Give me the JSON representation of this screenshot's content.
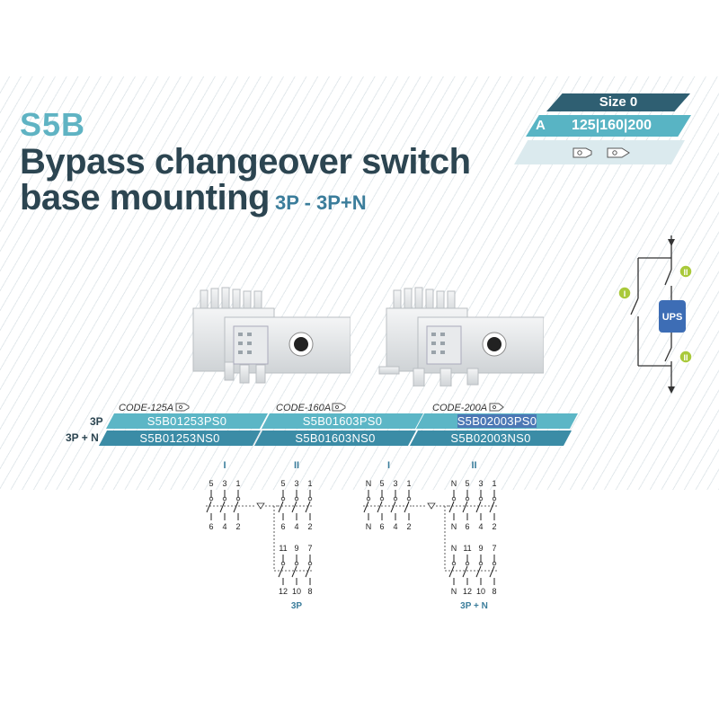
{
  "series": "S5B",
  "title_line1": "Bypass changeover switch",
  "title_line2": "base mounting",
  "poles_subtitle": "3P - 3P+N",
  "size_box": {
    "size": "Size 0",
    "amp_label": "A",
    "ratings": "125|160|200"
  },
  "codes": [
    {
      "code": "CODE-125A",
      "p3": "S5B01253PS0",
      "p3n": "S5B01253NS0"
    },
    {
      "code": "CODE-160A",
      "p3": "S5B01603PS0",
      "p3n": "S5B01603NS0"
    },
    {
      "code": "CODE-200A",
      "p3": "S5B02003PS0",
      "p3n": "S5B02003NS0"
    }
  ],
  "row_labels": {
    "p3": "3P",
    "p3n": "3P + N"
  },
  "ups_label": "UPS",
  "roman": {
    "one": "I",
    "two": "II"
  },
  "diagram_3p": {
    "top_labels": [
      "5",
      "3",
      "1",
      "5",
      "3",
      "1"
    ],
    "bottom_labels": [
      "6",
      "4",
      "2",
      "6",
      "4",
      "2"
    ],
    "lower_top": [
      "11",
      "9",
      "7"
    ],
    "lower_bottom": [
      "12",
      "10",
      "8"
    ],
    "caption": "3P"
  },
  "diagram_3pn": {
    "top_labels": [
      "N",
      "5",
      "3",
      "1",
      "N",
      "5",
      "3",
      "1"
    ],
    "bottom_labels": [
      "N",
      "6",
      "4",
      "2",
      "N",
      "6",
      "4",
      "2"
    ],
    "lower_top": [
      "N",
      "11",
      "9",
      "7"
    ],
    "lower_bottom": [
      "N",
      "12",
      "10",
      "8"
    ],
    "caption": "3P + N"
  },
  "colors": {
    "dark_teal": "#2f5f72",
    "teal": "#58b4c4",
    "title": "#2c4551",
    "series": "#5fb3c3",
    "badge": "#a9c93a",
    "ups": "#3d6db5"
  }
}
